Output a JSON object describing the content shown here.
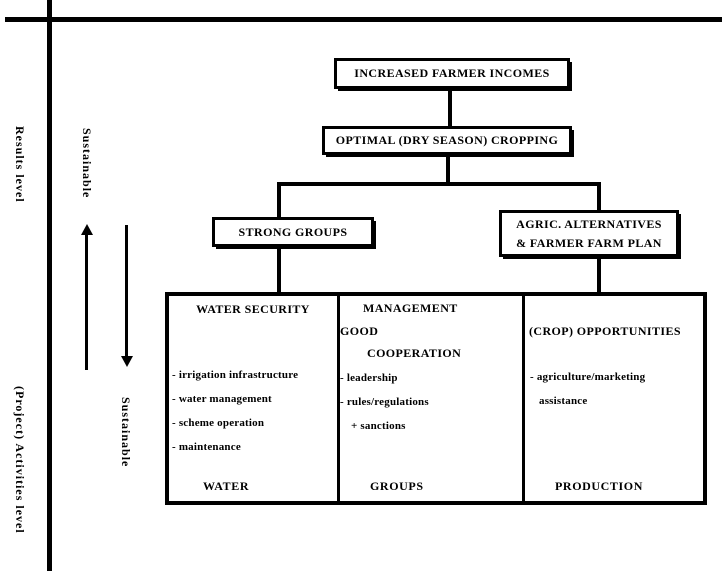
{
  "colors": {
    "ink": "#000000",
    "background": "#ffffff"
  },
  "labels": {
    "results_level": "Results level",
    "activities_level": "(Project) Activities level",
    "sustainable_top": "Sustainable",
    "sustainable_bottom": "Sustainable"
  },
  "flow": {
    "incomes": "INCREASED FARMER INCOMES",
    "cropping": "OPTIMAL (DRY SEASON) CROPPING",
    "strong_groups": "STRONG GROUPS",
    "agric_line1": "AGRIC. ALTERNATIVES",
    "agric_line2": "& FARMER FARM PLAN"
  },
  "matrix": {
    "water": {
      "header": "WATER SECURITY",
      "items": [
        "- irrigation infrastructure",
        "- water management",
        "- scheme operation",
        "- maintenance"
      ],
      "footer": "WATER"
    },
    "groups": {
      "header_line1": "MANAGEMENT",
      "header_line2": "GOOD",
      "header_line3": "COOPERATION",
      "items": [
        "- leadership",
        "- rules/regulations",
        "+ sanctions"
      ],
      "footer": "GROUPS"
    },
    "production": {
      "header": "(CROP) OPPORTUNITIES",
      "items": [
        "- agriculture/marketing",
        "assistance"
      ],
      "footer": "PRODUCTION"
    }
  }
}
